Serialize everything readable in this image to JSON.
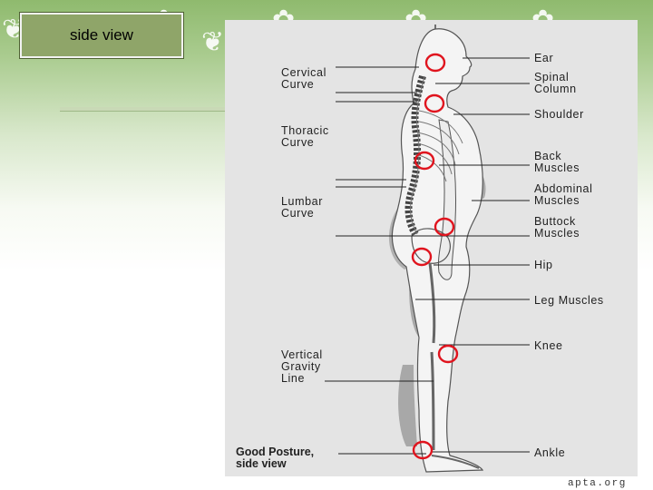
{
  "slide": {
    "title": "side view",
    "credit": "apta.org"
  },
  "figure": {
    "caption_line1": "Good Posture,",
    "caption_line2": "side view",
    "left_labels": {
      "cervical_1": "Cervical",
      "cervical_2": "Curve",
      "thoracic_1": "Thoracic",
      "thoracic_2": "Curve",
      "lumbar_1": "Lumbar",
      "lumbar_2": "Curve",
      "gravity_1": "Vertical",
      "gravity_2": "Gravity",
      "gravity_3": "Line"
    },
    "right_labels": {
      "ear": "Ear",
      "spinal_1": "Spinal",
      "spinal_2": "Column",
      "shoulder": "Shoulder",
      "back_1": "Back",
      "back_2": "Muscles",
      "abdominal_1": "Abdominal",
      "abdominal_2": "Muscles",
      "buttock_1": "Buttock",
      "buttock_2": "Muscles",
      "hip": "Hip",
      "leg": "Leg Muscles",
      "knee": "Knee",
      "ankle": "Ankle"
    },
    "marker_color": "#e0141e"
  }
}
